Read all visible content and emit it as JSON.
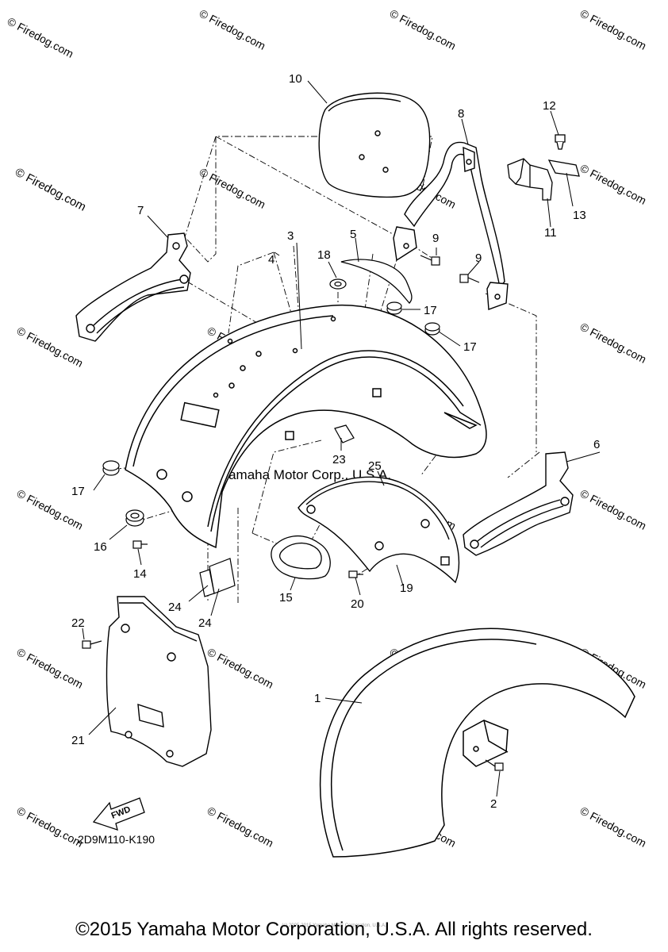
{
  "parts": [
    {
      "id": "p1",
      "label": "1"
    },
    {
      "id": "p2",
      "label": "2"
    },
    {
      "id": "p3",
      "label": "3"
    },
    {
      "id": "p4",
      "label": "4"
    },
    {
      "id": "p5",
      "label": "5"
    },
    {
      "id": "p6",
      "label": "6"
    },
    {
      "id": "p7",
      "label": "7"
    },
    {
      "id": "p8",
      "label": "8"
    },
    {
      "id": "p9a",
      "label": "9"
    },
    {
      "id": "p9b",
      "label": "9"
    },
    {
      "id": "p10",
      "label": "10"
    },
    {
      "id": "p11",
      "label": "11"
    },
    {
      "id": "p12",
      "label": "12"
    },
    {
      "id": "p13",
      "label": "13"
    },
    {
      "id": "p14",
      "label": "14"
    },
    {
      "id": "p15",
      "label": "15"
    },
    {
      "id": "p16",
      "label": "16"
    },
    {
      "id": "p17a",
      "label": "17"
    },
    {
      "id": "p17b",
      "label": "17"
    },
    {
      "id": "p17c",
      "label": "17"
    },
    {
      "id": "p18",
      "label": "18"
    },
    {
      "id": "p19",
      "label": "19"
    },
    {
      "id": "p20",
      "label": "20"
    },
    {
      "id": "p21",
      "label": "21"
    },
    {
      "id": "p22",
      "label": "22"
    },
    {
      "id": "p23",
      "label": "23"
    },
    {
      "id": "p24a",
      "label": "24"
    },
    {
      "id": "p24b",
      "label": "24"
    },
    {
      "id": "p25",
      "label": "25"
    }
  ],
  "watermark": {
    "text": "© Firedog.com",
    "center_text": "Yamaha Motor Corp., U.S.A."
  },
  "diagram_code": "2D9M110-K190",
  "fwd_label": "FWD",
  "tiny_notice": "(c) 2005-2015 Yamaha Motor Corporation, U.S.A.",
  "copyright": "©2015 Yamaha Motor Corporation, U.S.A. All rights reserved."
}
